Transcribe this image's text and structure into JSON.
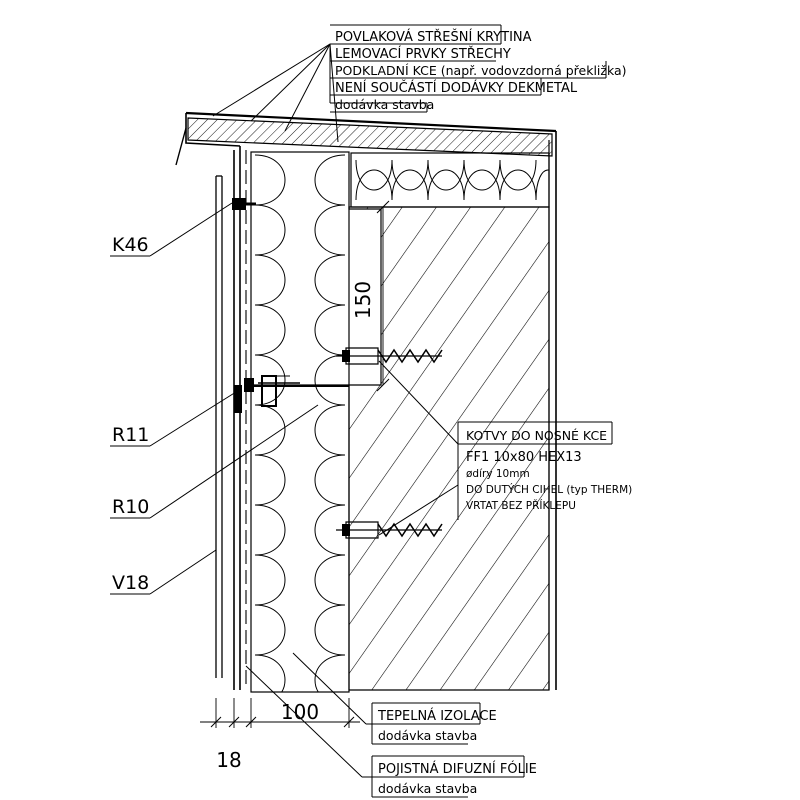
{
  "roof_notes": {
    "line1": "POVLAKOVÁ STŘEŠNÍ KRYTINA",
    "line2": "LEMOVACÍ PRVKY STŘECHY",
    "line3": "PODKLADNÍ KCE (např. vodovzdorná překližka)",
    "line4": "NENÍ SOUČÁSTÍ DODÁVKY DEKMETAL",
    "line5": "dodávka stavba"
  },
  "callouts": {
    "k46": "K46",
    "r11": "R11",
    "r10": "R10",
    "v18": "V18"
  },
  "anchors": {
    "title": "KOTVY DO NOSNÉ KCE",
    "line1": "FF1 10x80 HEX13",
    "line2": "ødíry 10mm",
    "line3": "DO DUTÝCH CIHEL (typ THERM)",
    "line4": "VRTAT BEZ PŘÍKLEPU"
  },
  "insulation": {
    "title": "TEPELNÁ IZOLACE",
    "note": "dodávka stavba"
  },
  "foil": {
    "title": "POJISTNÁ DIFUZNÍ FÓLIE",
    "note": "dodávka stavba"
  },
  "dimensions": {
    "d150": "150",
    "d100": "100",
    "d18": "18"
  }
}
